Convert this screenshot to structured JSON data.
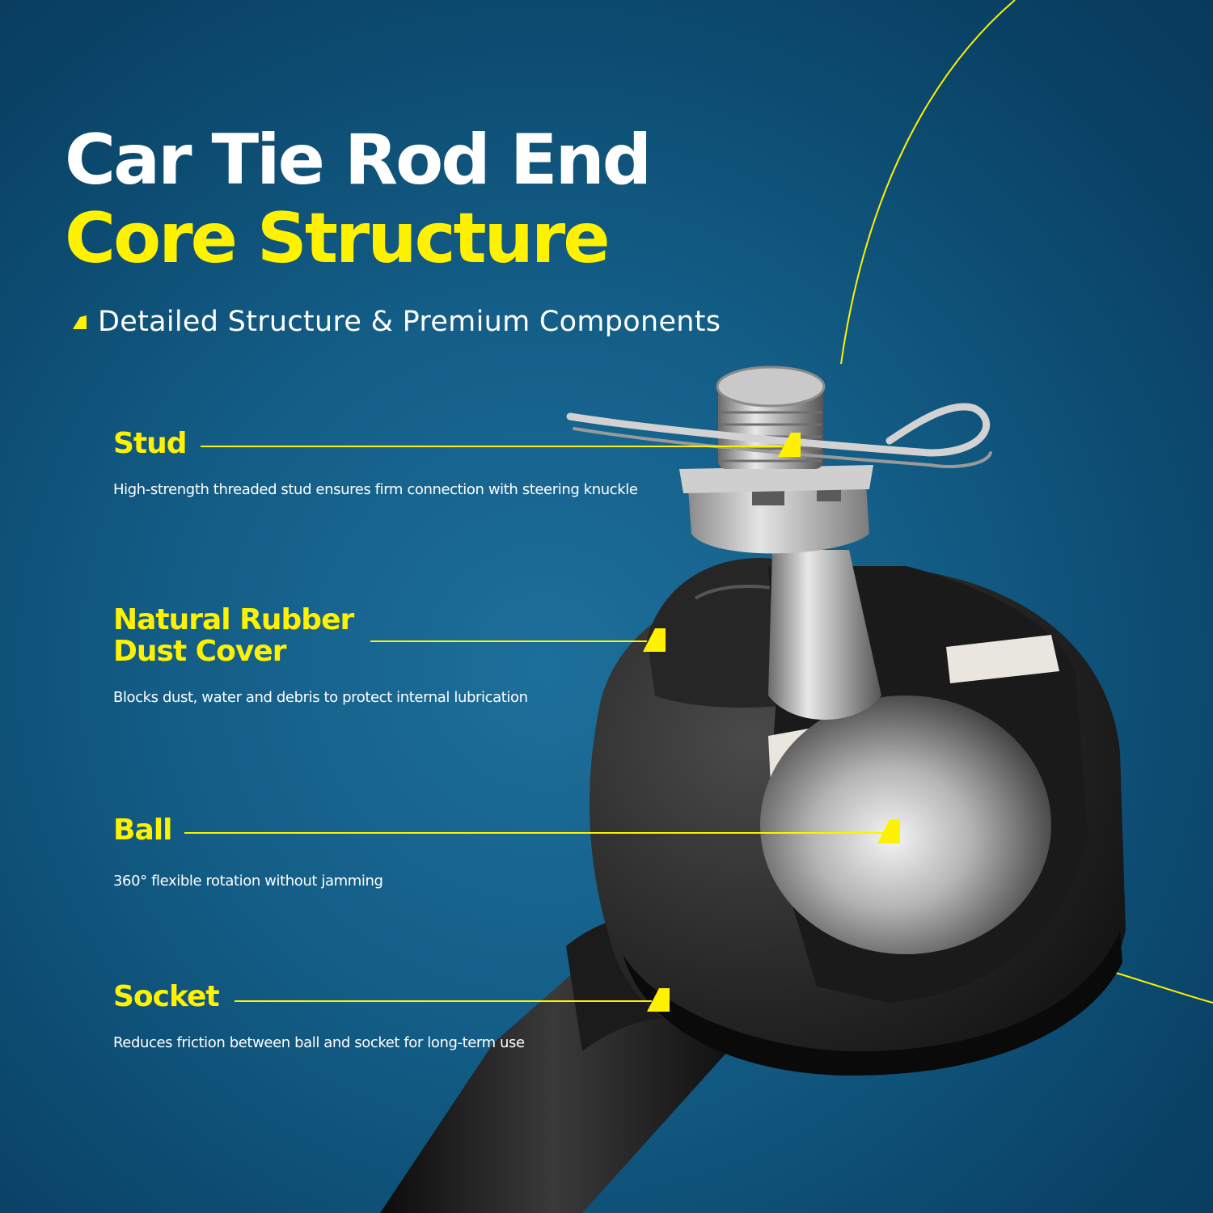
{
  "header": {
    "title_line1": "Car Tie Rod End",
    "title_line2": "Core Structure",
    "subtitle": "Detailed Structure & Premium Components"
  },
  "features": [
    {
      "name": "Stud",
      "description": "High-strength threaded stud ensures firm connection with steering knuckle"
    },
    {
      "name": "Natural Rubber Dust Cover",
      "description": "Blocks dust, water and debris to protect internal lubrication"
    },
    {
      "name": "Ball",
      "description": "360° flexible rotation without jamming"
    },
    {
      "name": "Socket",
      "description": "Reduces friction between ball and socket for long-term use"
    }
  ],
  "colors": {
    "accent": "#fff200",
    "background": "#135d86",
    "text": "#ffffff"
  },
  "icons": {
    "bullet": "yellow-corner-marker-icon",
    "product": "tie-rod-end-cutaway-illustration"
  }
}
